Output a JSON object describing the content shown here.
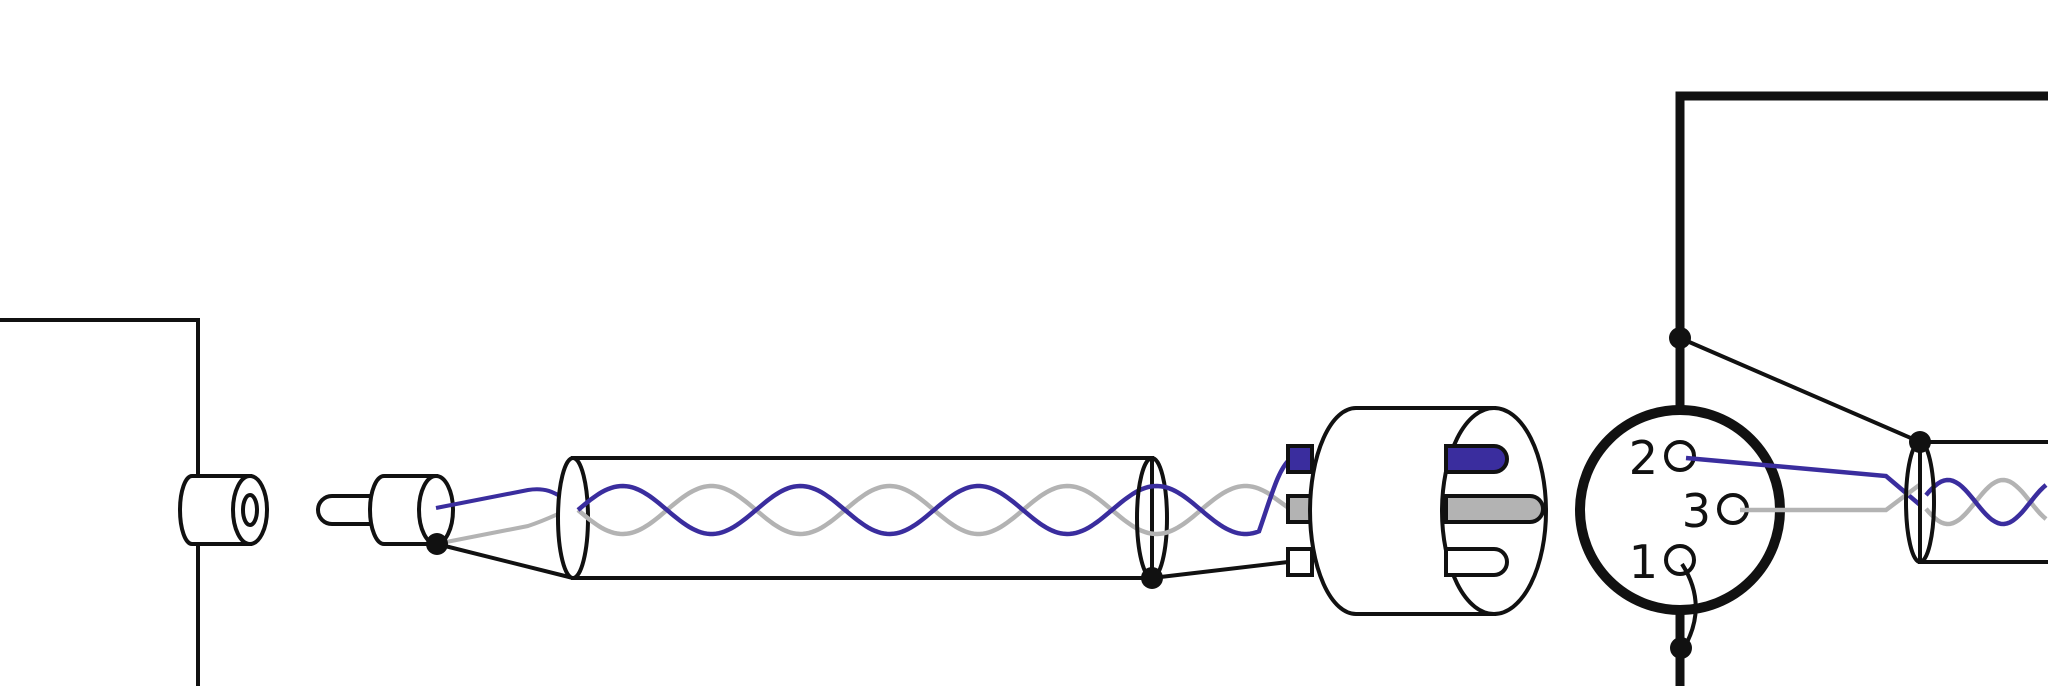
{
  "colors": {
    "outline": "#111111",
    "hot_wire": "#3a2d9e",
    "cold_wire": "#b3b3b3",
    "background": "#ffffff"
  },
  "xlr_jack": {
    "pins": [
      {
        "label": "2"
      },
      {
        "label": "3"
      },
      {
        "label": "1"
      }
    ]
  }
}
